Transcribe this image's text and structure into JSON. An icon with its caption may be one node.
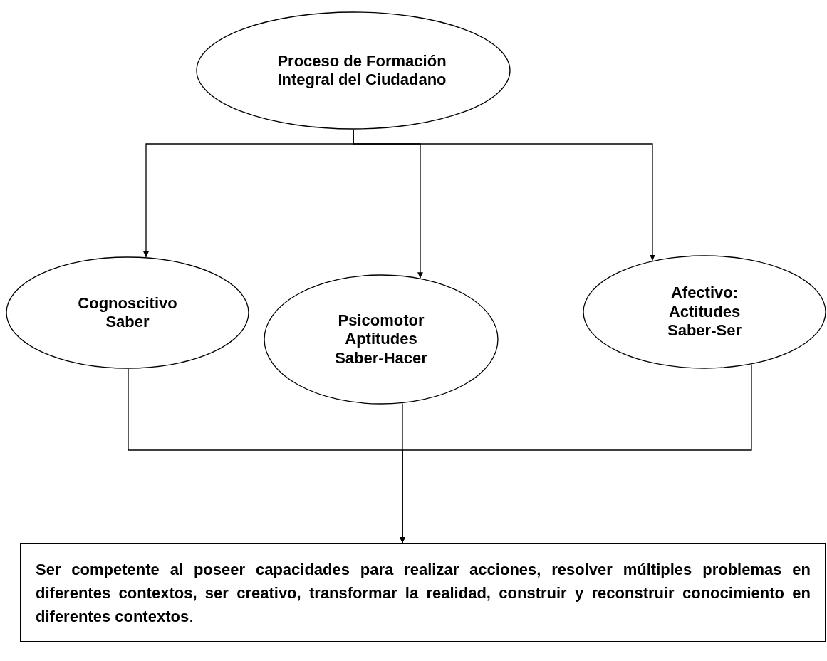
{
  "diagram": {
    "nodes": [
      {
        "text": [
          "Proceso de Formación Integral del Ciudadano"
        ]
      },
      {
        "text": [
          "Cognoscitivo Saber"
        ]
      },
      {
        "text": [
          "Psicomotor Aptitudes Saber-Hacer"
        ]
      },
      {
        "text": [
          "Afectivo: Actitudes Saber-Ser"
        ]
      },
      {
        "text": [
          "**Ser competente al poseer capacidades para realizar acciones, resolver múltiples problemas en diferentes contextos, ser creativo, transformar la realidad, construir y reconstruir conocimiento en diferentes contextos**."
        ]
      }
    ],
    "edges": [
      {
        "from": 0,
        "to": 1,
        "arrow": "to"
      },
      {
        "from": 0,
        "to": 2,
        "arrow": "to"
      },
      {
        "from": 0,
        "to": 3,
        "arrow": "to"
      },
      {
        "from": 1,
        "to": 4,
        "arrow": "to"
      },
      {
        "from": 2,
        "to": 4,
        "arrow": "to"
      },
      {
        "from": 3,
        "to": 4,
        "arrow": "to"
      }
    ]
  }
}
